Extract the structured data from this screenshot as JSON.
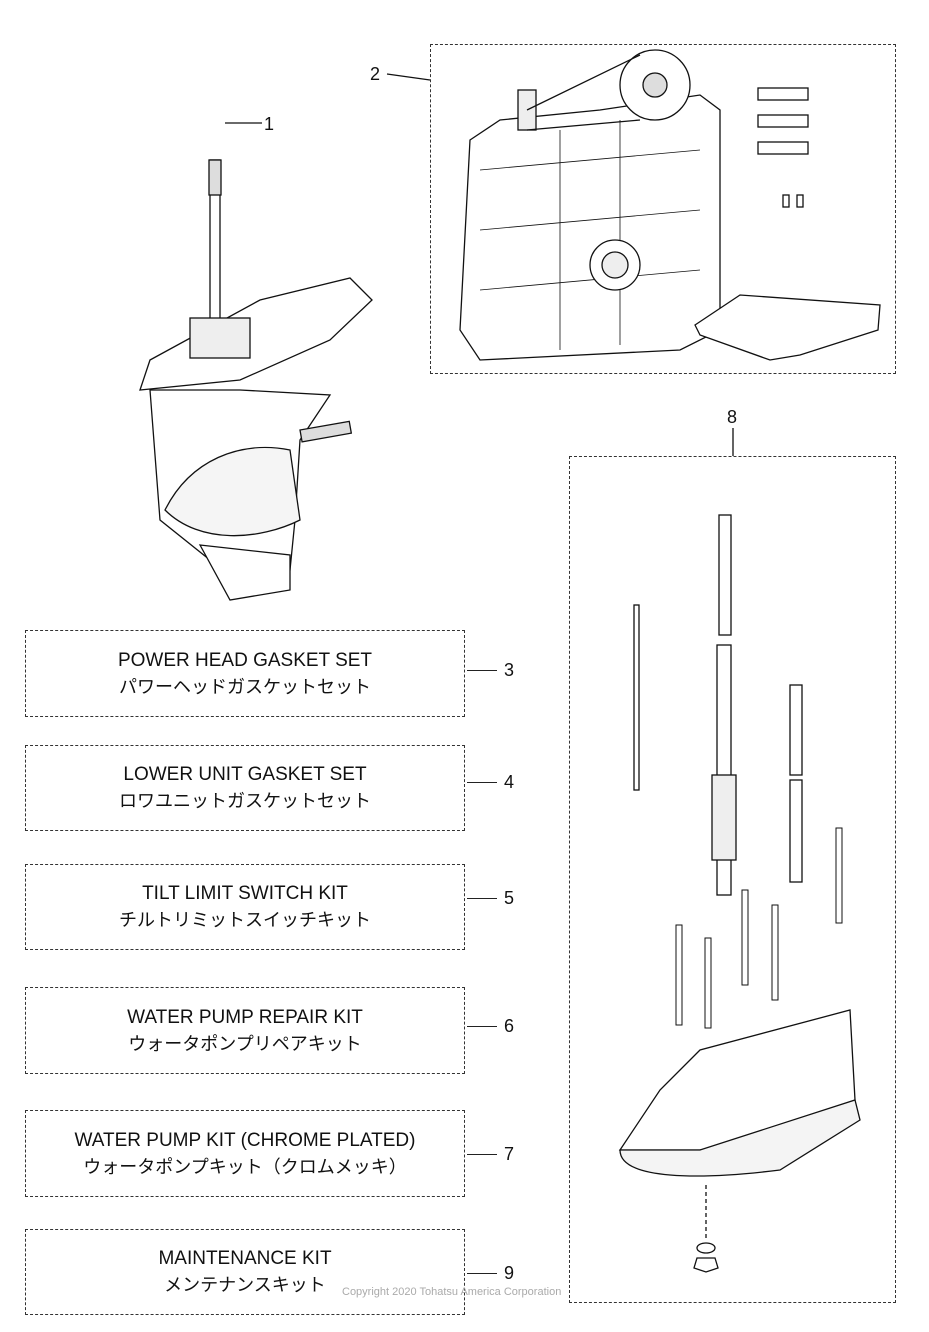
{
  "callouts": [
    {
      "number": "1"
    },
    {
      "number": "2"
    },
    {
      "number": "8"
    }
  ],
  "kits": [
    {
      "number": "3",
      "name_en": "POWER HEAD GASKET SET",
      "name_ja": "パワーヘッドガスケットセット"
    },
    {
      "number": "4",
      "name_en": "LOWER UNIT GASKET SET",
      "name_ja": "ロワユニットガスケットセット"
    },
    {
      "number": "5",
      "name_en": "TILT LIMIT SWITCH KIT",
      "name_ja": "チルトリミットスイッチキット"
    },
    {
      "number": "6",
      "name_en": "WATER PUMP REPAIR KIT",
      "name_ja": "ウォータポンプリペアキット"
    },
    {
      "number": "7",
      "name_en": "WATER PUMP KIT (CHROME PLATED)",
      "name_ja": "ウォータポンプキット（クロムメッキ）"
    },
    {
      "number": "9",
      "name_en": "MAINTENANCE KIT",
      "name_ja": "メンテナンスキット"
    }
  ],
  "copyright": "Copyright 2020 Tohatsu America Corporation"
}
